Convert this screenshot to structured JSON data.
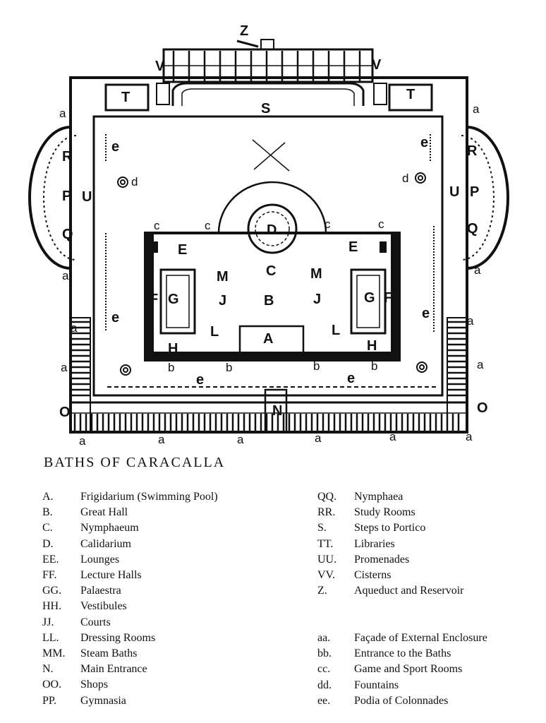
{
  "title": "BATHS OF CARACALLA",
  "plan_labels": {
    "A": "A",
    "B": "B",
    "C": "C",
    "D": "D",
    "E": "E",
    "F": "F",
    "G": "G",
    "H": "H",
    "J": "J",
    "L": "L",
    "M": "M",
    "N": "N",
    "O": "O",
    "P": "P",
    "Q": "Q",
    "R": "R",
    "S": "S",
    "T": "T",
    "U": "U",
    "V": "V",
    "Z": "Z",
    "a": "a",
    "b": "b",
    "c": "c",
    "d": "d",
    "e": "e"
  },
  "legend_left": [
    {
      "key": "A.",
      "text": "Frigidarium (Swimming Pool)"
    },
    {
      "key": "B.",
      "text": "Great Hall"
    },
    {
      "key": "C.",
      "text": "Nymphaeum"
    },
    {
      "key": "D.",
      "text": "Calidarium"
    },
    {
      "key": "EE.",
      "text": "Lounges"
    },
    {
      "key": "FF.",
      "text": "Lecture Halls"
    },
    {
      "key": "GG.",
      "text": "Palaestra"
    },
    {
      "key": "HH.",
      "text": "Vestibules"
    },
    {
      "key": "JJ.",
      "text": "Courts"
    },
    {
      "key": "LL.",
      "text": "Dressing Rooms"
    },
    {
      "key": "MM.",
      "text": "Steam Baths"
    },
    {
      "key": "N.",
      "text": "Main Entrance"
    },
    {
      "key": "OO.",
      "text": "Shops"
    },
    {
      "key": "PP.",
      "text": "Gymnasia"
    }
  ],
  "legend_right": [
    {
      "key": "QQ.",
      "text": "Nymphaea"
    },
    {
      "key": "RR.",
      "text": "Study Rooms"
    },
    {
      "key": "S.",
      "text": "Steps to Portico"
    },
    {
      "key": "TT.",
      "text": "Libraries"
    },
    {
      "key": "UU.",
      "text": "Promenades"
    },
    {
      "key": "VV.",
      "text": "Cisterns"
    },
    {
      "key": "Z.",
      "text": "Aqueduct and Reservoir"
    }
  ],
  "legend_right_lower": [
    {
      "key": "aa.",
      "text": "Façade of External Enclosure"
    },
    {
      "key": "bb.",
      "text": "Entrance to the Baths"
    },
    {
      "key": "cc.",
      "text": "Game and Sport Rooms"
    },
    {
      "key": "dd.",
      "text": "Fountains"
    },
    {
      "key": "ee.",
      "text": "Podia of Colonnades"
    }
  ]
}
